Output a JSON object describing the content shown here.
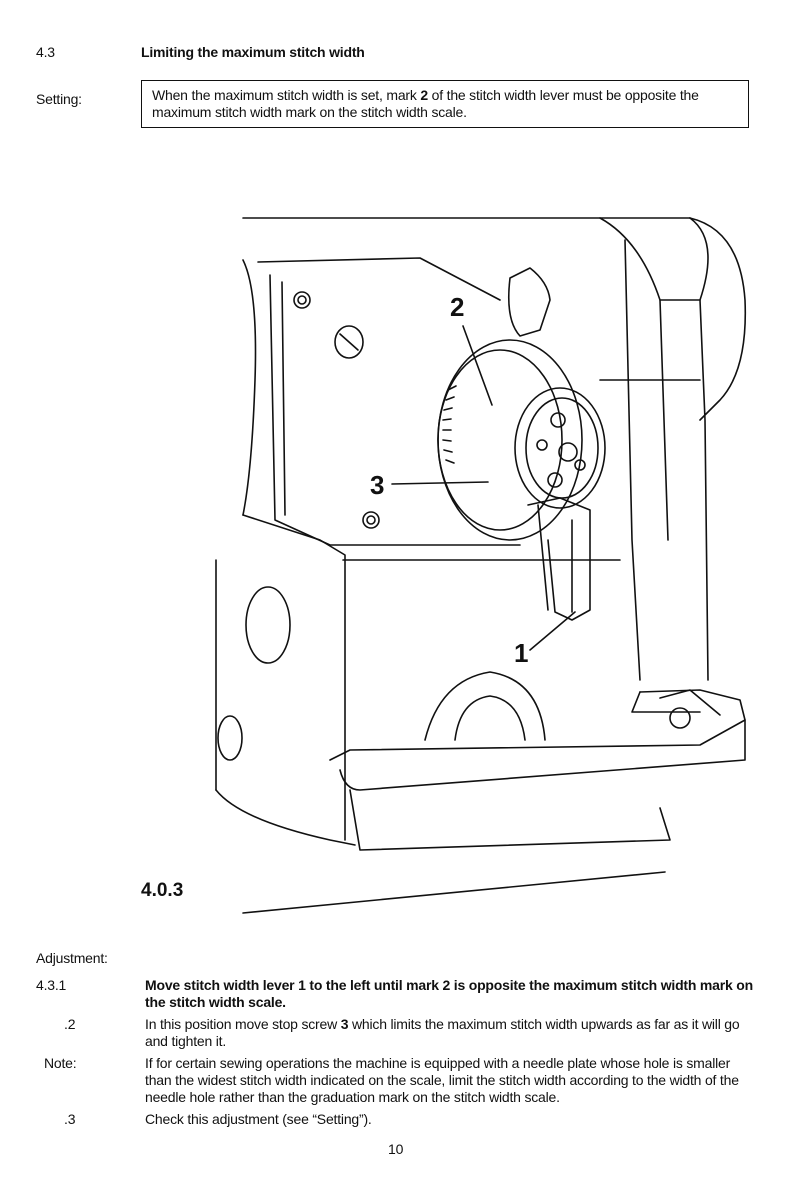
{
  "section": {
    "number": "4.3",
    "title": "Limiting the maximum stitch width"
  },
  "setting": {
    "label": "Setting:",
    "text_a": "When the  maximum stitch width is set, mark ",
    "mark": "2",
    "text_b": " of the stitch width lever must be opposite the maximum stitch width mark on the  stitch width scale."
  },
  "figure": {
    "caption": "4.0.3",
    "callouts": [
      "2",
      "3",
      "1"
    ]
  },
  "adjustment": {
    "label": "Adjustment:",
    "steps": [
      {
        "num": "4.3.1",
        "text": "Move stitch width lever 1 to the left until mark 2 is opposite the maximum stitch width mark on the stitch width scale."
      },
      {
        "num": ".2",
        "text_a": "In this position move stop screw ",
        "screw": "3",
        "text_b": " which limits the maximum stitch width upwards as far as it will go and tighten it."
      },
      {
        "num": "Note:",
        "text": "If for certain sewing operations the machine is equipped with a needle plate whose hole is smaller than the widest stitch width indicated on the scale, limit the stitch width according to the width of the needle hole rather than the graduation mark on the stitch width scale."
      },
      {
        "num": ".3",
        "text": "Check this adjustment (see “Setting”)."
      }
    ]
  },
  "page_number": "10"
}
